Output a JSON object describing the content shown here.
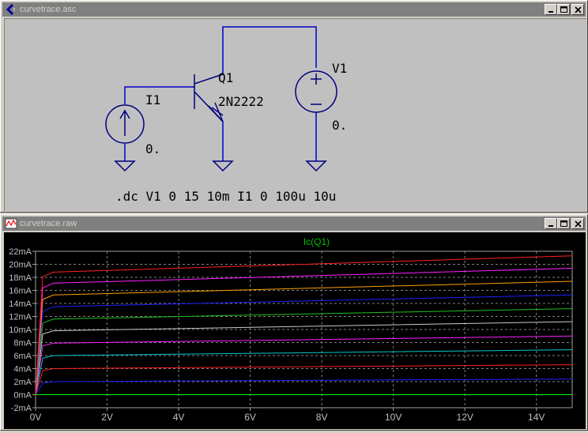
{
  "schematic_window": {
    "title": "curvetrace.asc",
    "buttons": [
      "minimize",
      "maximize",
      "close"
    ]
  },
  "schematic": {
    "transistor": {
      "name": "Q1",
      "model": "2N2222"
    },
    "current_source": {
      "name": "I1",
      "value": "0."
    },
    "voltage_source": {
      "name": "V1",
      "value": "0."
    },
    "directive": ".dc V1 0 15 10m I1 0 100u 10u",
    "colors": {
      "wire": "#0000c8",
      "component": "#000080",
      "text": "#000000"
    }
  },
  "plot_window": {
    "title": "curvetrace.raw",
    "buttons": [
      "minimize",
      "maximize",
      "close"
    ]
  },
  "chart_data": {
    "type": "line",
    "title": "Ic(Q1)",
    "xlabel": "",
    "ylabel": "",
    "xlim": [
      0,
      15
    ],
    "ylim": [
      -2,
      22
    ],
    "x_ticks": [
      "0V",
      "2V",
      "4V",
      "6V",
      "8V",
      "10V",
      "12V",
      "14V"
    ],
    "y_ticks": [
      "-2mA",
      "0mA",
      "2mA",
      "4mA",
      "6mA",
      "8mA",
      "10mA",
      "12mA",
      "14mA",
      "16mA",
      "18mA",
      "20mA",
      "22mA"
    ],
    "grid": true,
    "x_units": "V",
    "y_units": "mA",
    "series": [
      {
        "color": "#00ff00",
        "x": [
          0,
          0.2,
          15
        ],
        "values": [
          0,
          0,
          0
        ]
      },
      {
        "color": "#2020ff",
        "x": [
          0,
          0.2,
          0.5,
          15
        ],
        "values": [
          0,
          1.8,
          2.0,
          2.4
        ]
      },
      {
        "color": "#ff2020",
        "x": [
          0,
          0.2,
          0.5,
          15
        ],
        "values": [
          0,
          3.7,
          4.0,
          4.6
        ]
      },
      {
        "color": "#00c8c8",
        "x": [
          0,
          0.2,
          0.5,
          15
        ],
        "values": [
          0,
          5.6,
          6.0,
          6.9
        ]
      },
      {
        "color": "#ff20ff",
        "x": [
          0,
          0.2,
          0.5,
          15
        ],
        "values": [
          0,
          7.5,
          7.9,
          9.0
        ]
      },
      {
        "color": "#c8c8c8",
        "x": [
          0,
          0.2,
          0.5,
          15
        ],
        "values": [
          0,
          9.3,
          9.8,
          11.2
        ]
      },
      {
        "color": "#20c020",
        "x": [
          0,
          0.2,
          0.5,
          15
        ],
        "values": [
          0,
          11.0,
          11.6,
          13.2
        ]
      },
      {
        "color": "#2020ff",
        "x": [
          0,
          0.2,
          0.5,
          15
        ],
        "values": [
          0,
          12.8,
          13.5,
          15.3
        ]
      },
      {
        "color": "#ffa000",
        "x": [
          0,
          0.2,
          0.5,
          15
        ],
        "values": [
          0,
          14.6,
          15.3,
          17.4
        ]
      },
      {
        "color": "#ff20ff",
        "x": [
          0,
          0.2,
          0.5,
          15
        ],
        "values": [
          0,
          16.4,
          17.1,
          19.4
        ]
      },
      {
        "color": "#ff2020",
        "x": [
          0,
          0.2,
          0.5,
          15
        ],
        "values": [
          0,
          18.1,
          18.8,
          21.3
        ]
      }
    ]
  }
}
